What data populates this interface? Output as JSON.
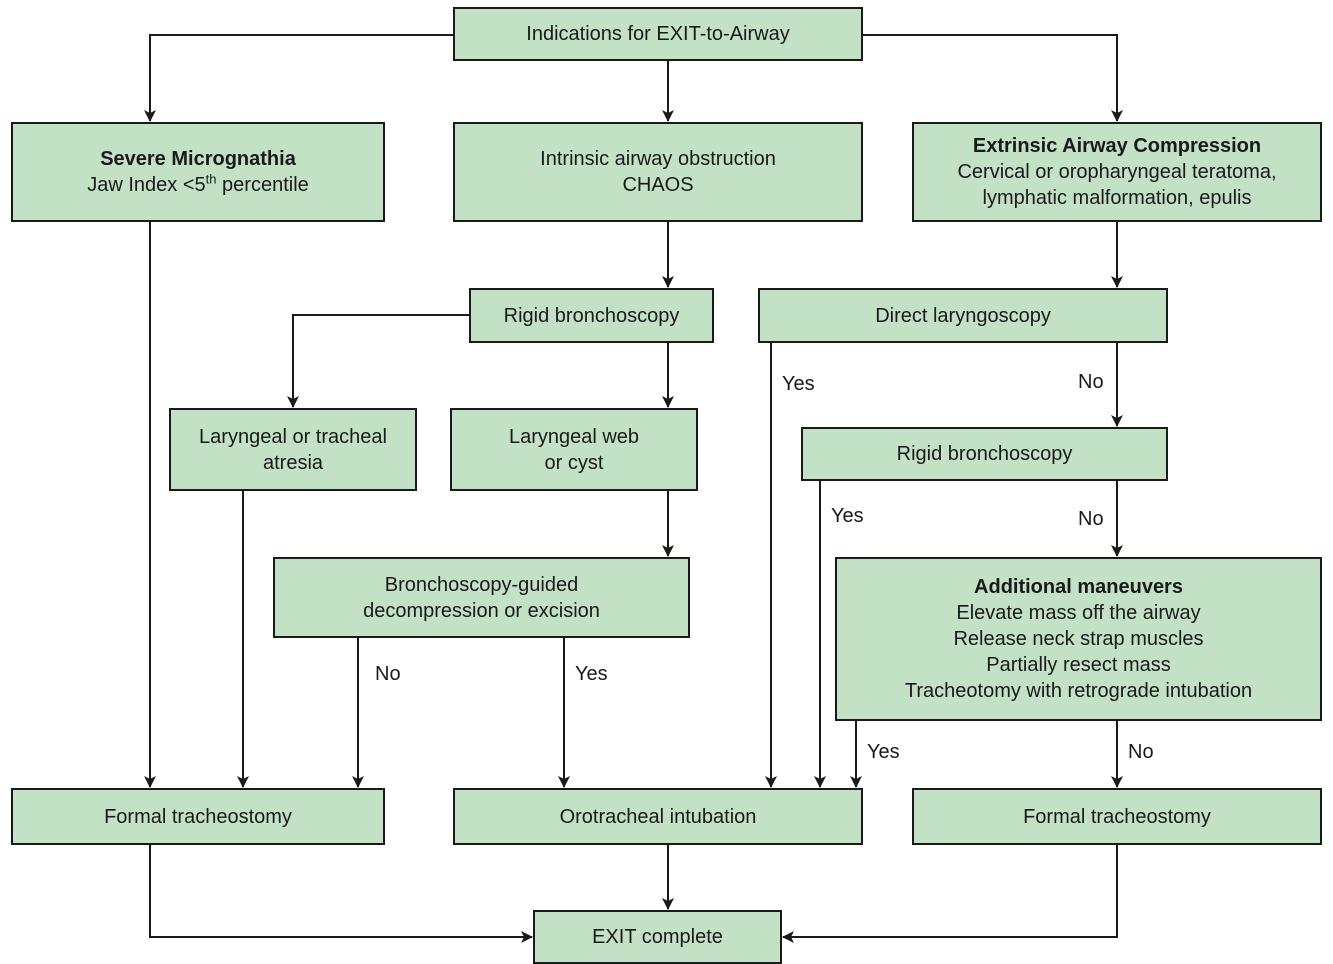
{
  "root": "Indications for EXIT-to-Airway",
  "micrognathia": {
    "title": "Severe Micrognathia",
    "line1": "Jaw Index <5",
    "line1_sup": "th",
    "line1_end": " percentile"
  },
  "intrinsic": {
    "line1": "Intrinsic airway obstruction",
    "line2": "CHAOS"
  },
  "extrinsic": {
    "title": "Extrinsic Airway Compression",
    "line1": "Cervical or oropharyngeal teratoma,",
    "line2": "lymphatic malformation, epulis"
  },
  "rigid_bronch_left": "Rigid bronchoscopy",
  "direct_laryngoscopy": "Direct laryngoscopy",
  "atresia": {
    "line1": "Laryngeal or tracheal",
    "line2": "atresia"
  },
  "web_cyst": {
    "line1": "Laryngeal web",
    "line2": "or cyst"
  },
  "rigid_bronch_right": "Rigid bronchoscopy",
  "decompression": {
    "line1": "Bronchoscopy-guided",
    "line2": "decompression or excision"
  },
  "maneuvers": {
    "title": "Additional maneuvers",
    "items": [
      "Elevate mass off the airway",
      "Release neck strap muscles",
      "Partially resect mass",
      "Tracheotomy with retrograde intubation"
    ]
  },
  "formal_trach_left": "Formal tracheostomy",
  "orotracheal": "Orotracheal intubation",
  "formal_trach_right": "Formal tracheostomy",
  "exit_complete": "EXIT complete",
  "labels": {
    "yes": "Yes",
    "no": "No"
  },
  "colors": {
    "box_fill": "#c2e1c5",
    "stroke": "#1a1a1a"
  }
}
